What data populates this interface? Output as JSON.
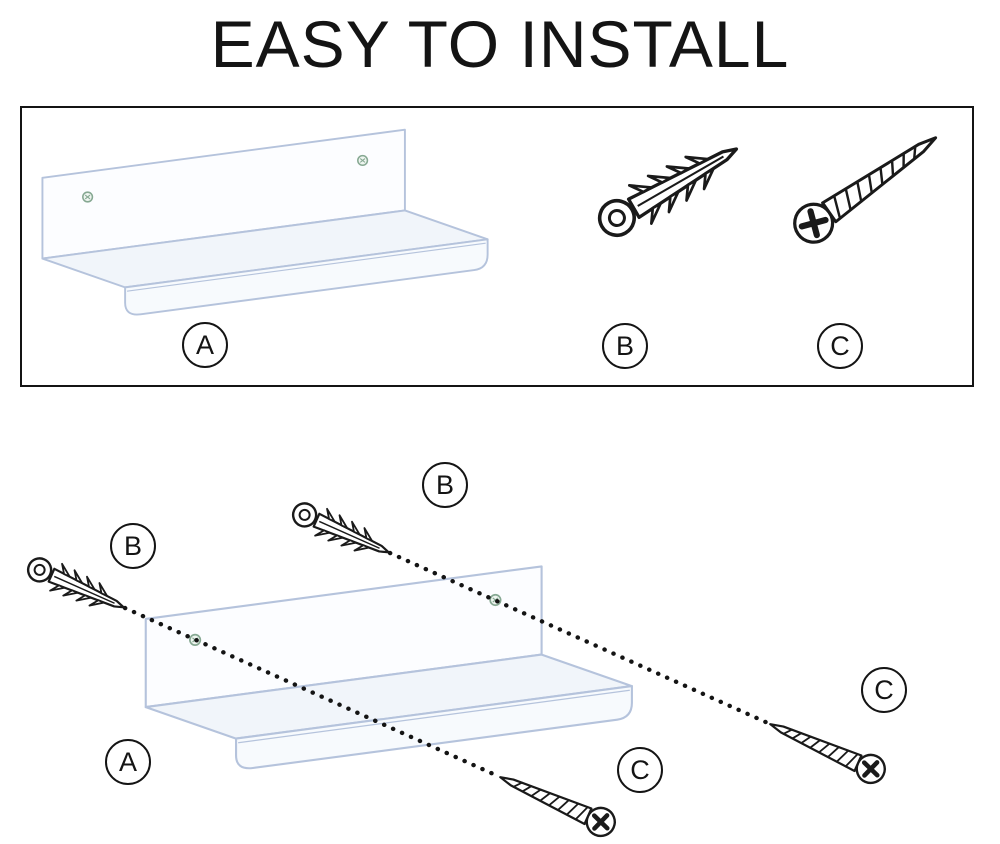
{
  "title": "EASY TO INSTALL",
  "parts_box": {
    "shelf_label": "A",
    "anchor_label": "B",
    "screw_label": "C"
  },
  "install_diagram": {
    "shelf_label": "A",
    "anchor_left_label": "B",
    "anchor_top_label": "B",
    "screw_right_label": "C",
    "screw_bottom_label": "C"
  },
  "colors": {
    "outline": "#1a1a1a",
    "shelf_line": "#b5c3dc",
    "screw_hole": "#86a892",
    "background": "#ffffff"
  }
}
